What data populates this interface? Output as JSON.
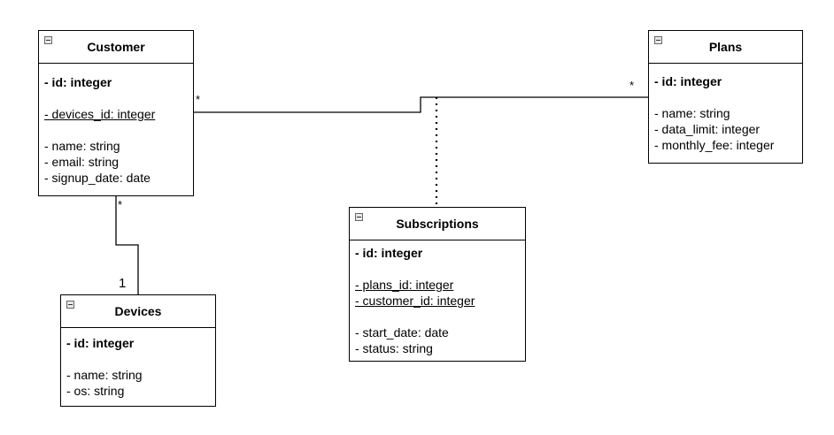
{
  "entities": {
    "customer": {
      "name": "Customer",
      "pk": "- id: integer",
      "fk": [
        "- devices_id: integer"
      ],
      "attrs": [
        "- name: string",
        "- email: string",
        "- signup_date: date"
      ]
    },
    "plans": {
      "name": "Plans",
      "pk": "- id: integer",
      "attrs": [
        "- name: string",
        "- data_limit: integer",
        "- monthly_fee: integer"
      ]
    },
    "subscriptions": {
      "name": "Subscriptions",
      "pk": "- id: integer",
      "fk": [
        "- plans_id: integer",
        "- customer_id: integer"
      ],
      "attrs": [
        "- start_date: date",
        "- status: string"
      ]
    },
    "devices": {
      "name": "Devices",
      "pk": "- id: integer",
      "attrs": [
        "- name: string",
        "- os: string"
      ]
    }
  },
  "relations": {
    "customer_plans": {
      "from_mult": "*",
      "to_mult": "*"
    },
    "customer_devices": {
      "from_mult": "*",
      "to_mult": "1"
    }
  }
}
